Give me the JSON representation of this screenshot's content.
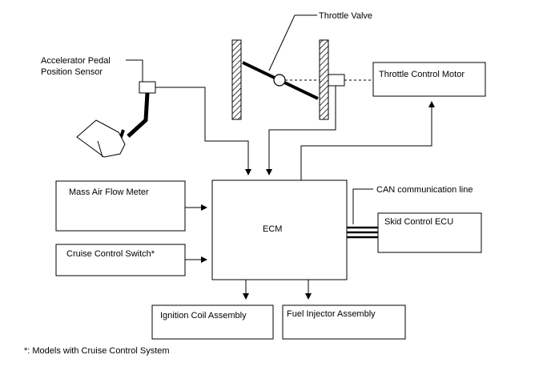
{
  "labels": {
    "throttle_valve": "Throttle Valve",
    "accel_sensor_line1": "Accelerator Pedal",
    "accel_sensor_line2": "Position Sensor",
    "throttle_motor": "Throttle Control Motor",
    "maf": "Mass Air Flow Meter",
    "ecm": "ECM",
    "can_line": "CAN communication line",
    "skid_ecu": "Skid Control ECU",
    "cruise_switch": "Cruise Control Switch*",
    "ignition_coil": "Ignition Coil Assembly",
    "fuel_injector": "Fuel Injector Assembly",
    "footnote": "*: Models with Cruise Control System"
  }
}
